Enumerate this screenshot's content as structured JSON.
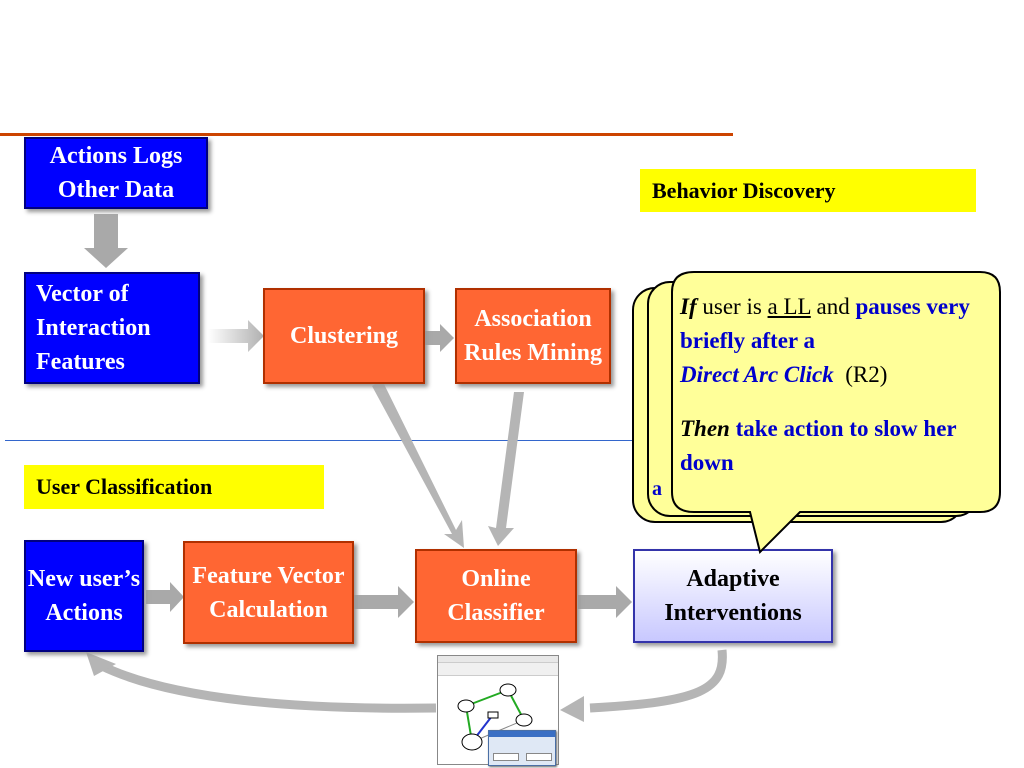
{
  "boxes": {
    "actions_logs": "Actions Logs Other Data",
    "vector_features": "Vector of Interaction Features",
    "clustering": "Clustering",
    "association": "Association Rules Mining",
    "new_user": "New user’s Actions",
    "feature_vector": "Feature Vector Calculation",
    "online_classifier": "Online Classifier",
    "adaptive": "Adaptive Interventions"
  },
  "labels": {
    "behavior_discovery": "Behavior Discovery",
    "user_classification": "User Classification"
  },
  "rule": {
    "if": "If",
    "user_is": " user is ",
    "ll": "a LL",
    "and": " and ",
    "pauses": "pauses very briefly after a",
    "direct_arc": "Direct Arc Click",
    "r2": "(R2)",
    "then": "Then",
    "action": " take action to slow her down"
  },
  "colors": {
    "blue_box": "#0000ff",
    "orange_box": "#ff6633",
    "label": "#ffff00",
    "bubble": "#ffff99",
    "rule_line": "#cc4400"
  }
}
